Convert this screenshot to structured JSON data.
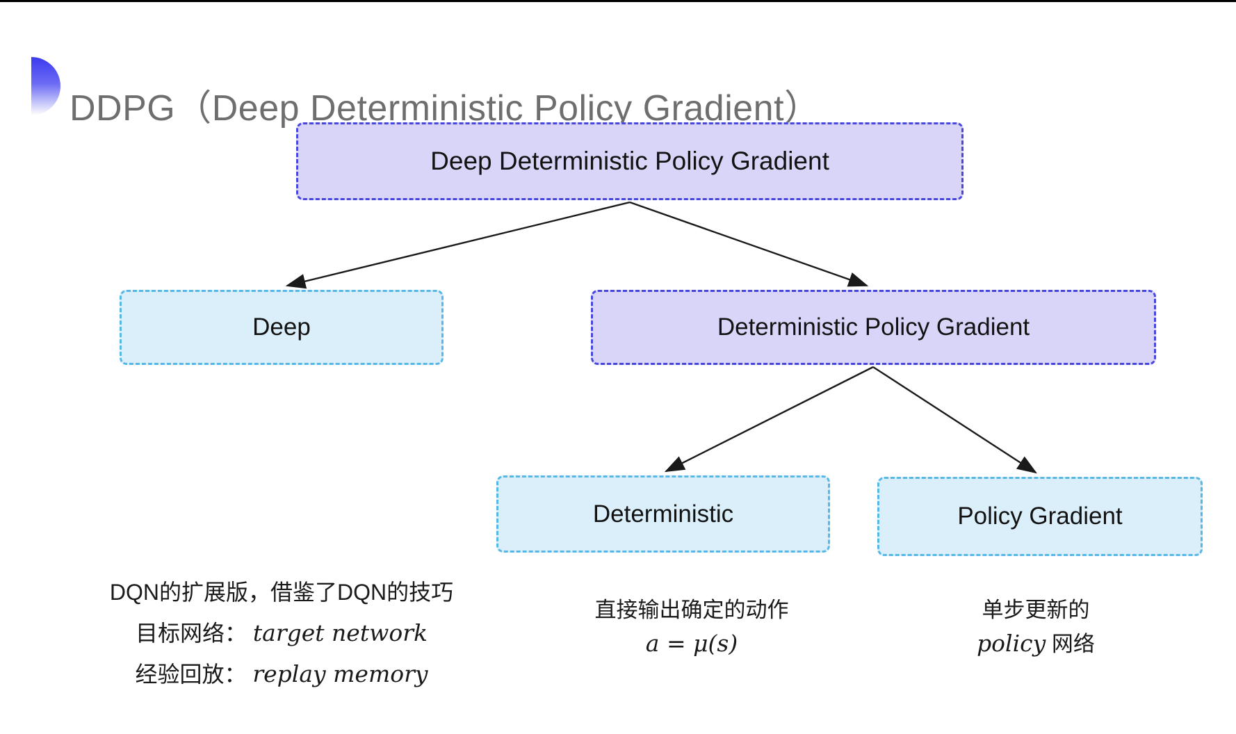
{
  "header": {
    "title": "DDPG（Deep Deterministic Policy Gradient）",
    "title_color": "#6e6e6e",
    "bullet_color_top": "#3b3bf0"
  },
  "tree": {
    "colors": {
      "purple_fill": "#d9d5f8",
      "purple_border": "#4747dd",
      "cyan_fill": "#dbeffb",
      "cyan_border": "#57b8e8",
      "arrow": "#1a1a1a"
    },
    "nodes": [
      {
        "id": "root",
        "label": "Deep Deterministic Policy Gradient",
        "variant": "purple"
      },
      {
        "id": "deep",
        "label": "Deep",
        "variant": "cyan"
      },
      {
        "id": "dpg",
        "label": "Deterministic Policy Gradient",
        "variant": "purple"
      },
      {
        "id": "det",
        "label": "Deterministic",
        "variant": "cyan"
      },
      {
        "id": "pg",
        "label": "Policy Gradient",
        "variant": "cyan"
      }
    ],
    "edges": [
      {
        "from": "root",
        "to": "deep"
      },
      {
        "from": "root",
        "to": "dpg"
      },
      {
        "from": "dpg",
        "to": "det"
      },
      {
        "from": "dpg",
        "to": "pg"
      }
    ]
  },
  "notes": {
    "deep": {
      "line1": "DQN的扩展版，借鉴了DQN的技巧",
      "line2_label": "目标网络：",
      "line2_term": "target network",
      "line3_label": "经验回放：",
      "line3_term": "replay memory"
    },
    "det": {
      "line1": "直接输出确定的动作",
      "formula": "a = μ(s)"
    },
    "pg": {
      "line1": "单步更新的",
      "line2_term": "policy",
      "line2_label": " 网络"
    }
  }
}
